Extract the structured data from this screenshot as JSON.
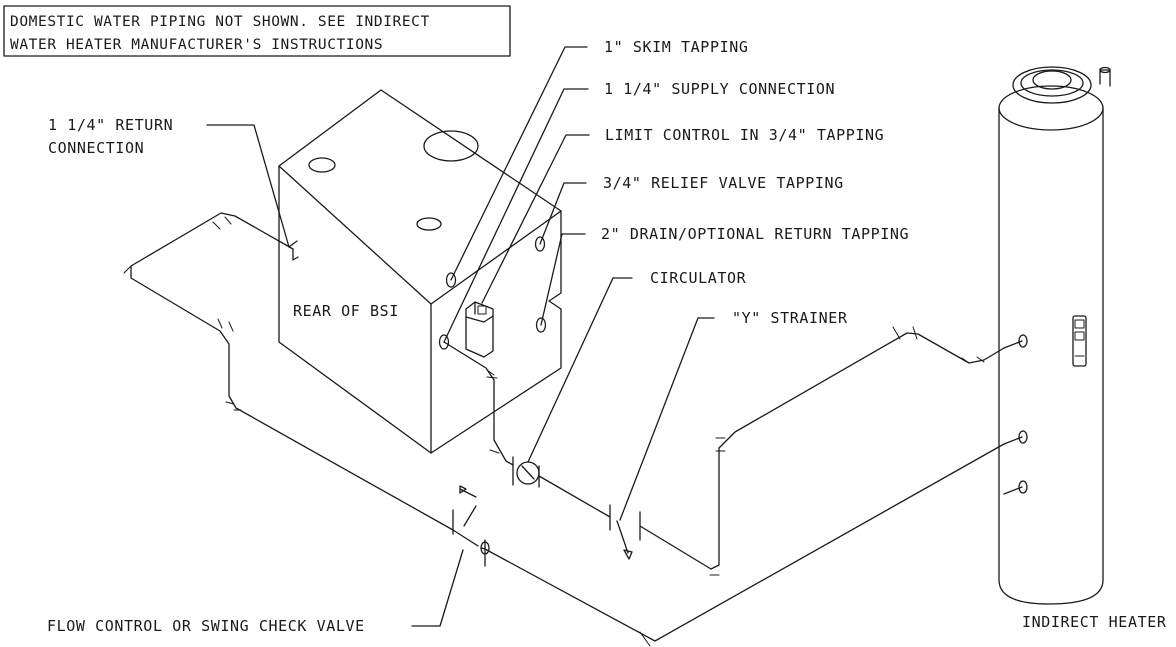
{
  "note": {
    "line1": "DOMESTIC WATER PIPING NOT SHOWN. SEE INDIRECT",
    "line2": "WATER HEATER MANUFACTURER'S INSTRUCTIONS"
  },
  "callouts": {
    "skim": "1\" SKIM TAPPING",
    "supply": "1 1/4\" SUPPLY CONNECTION",
    "return_line1": "1 1/4\" RETURN",
    "return_line2": "CONNECTION",
    "limit_control": "LIMIT CONTROL IN 3/4\" TAPPING",
    "relief": "3/4\" RELIEF VALVE TAPPING",
    "drain": "2\" DRAIN/OPTIONAL RETURN TAPPING",
    "circulator": "CIRCULATOR",
    "strainer": "\"Y\" STRAINER",
    "flow_control": "FLOW CONTROL OR SWING CHECK VALVE"
  },
  "labels": {
    "boiler": "REAR OF BSI",
    "heater": "INDIRECT HEATER"
  }
}
